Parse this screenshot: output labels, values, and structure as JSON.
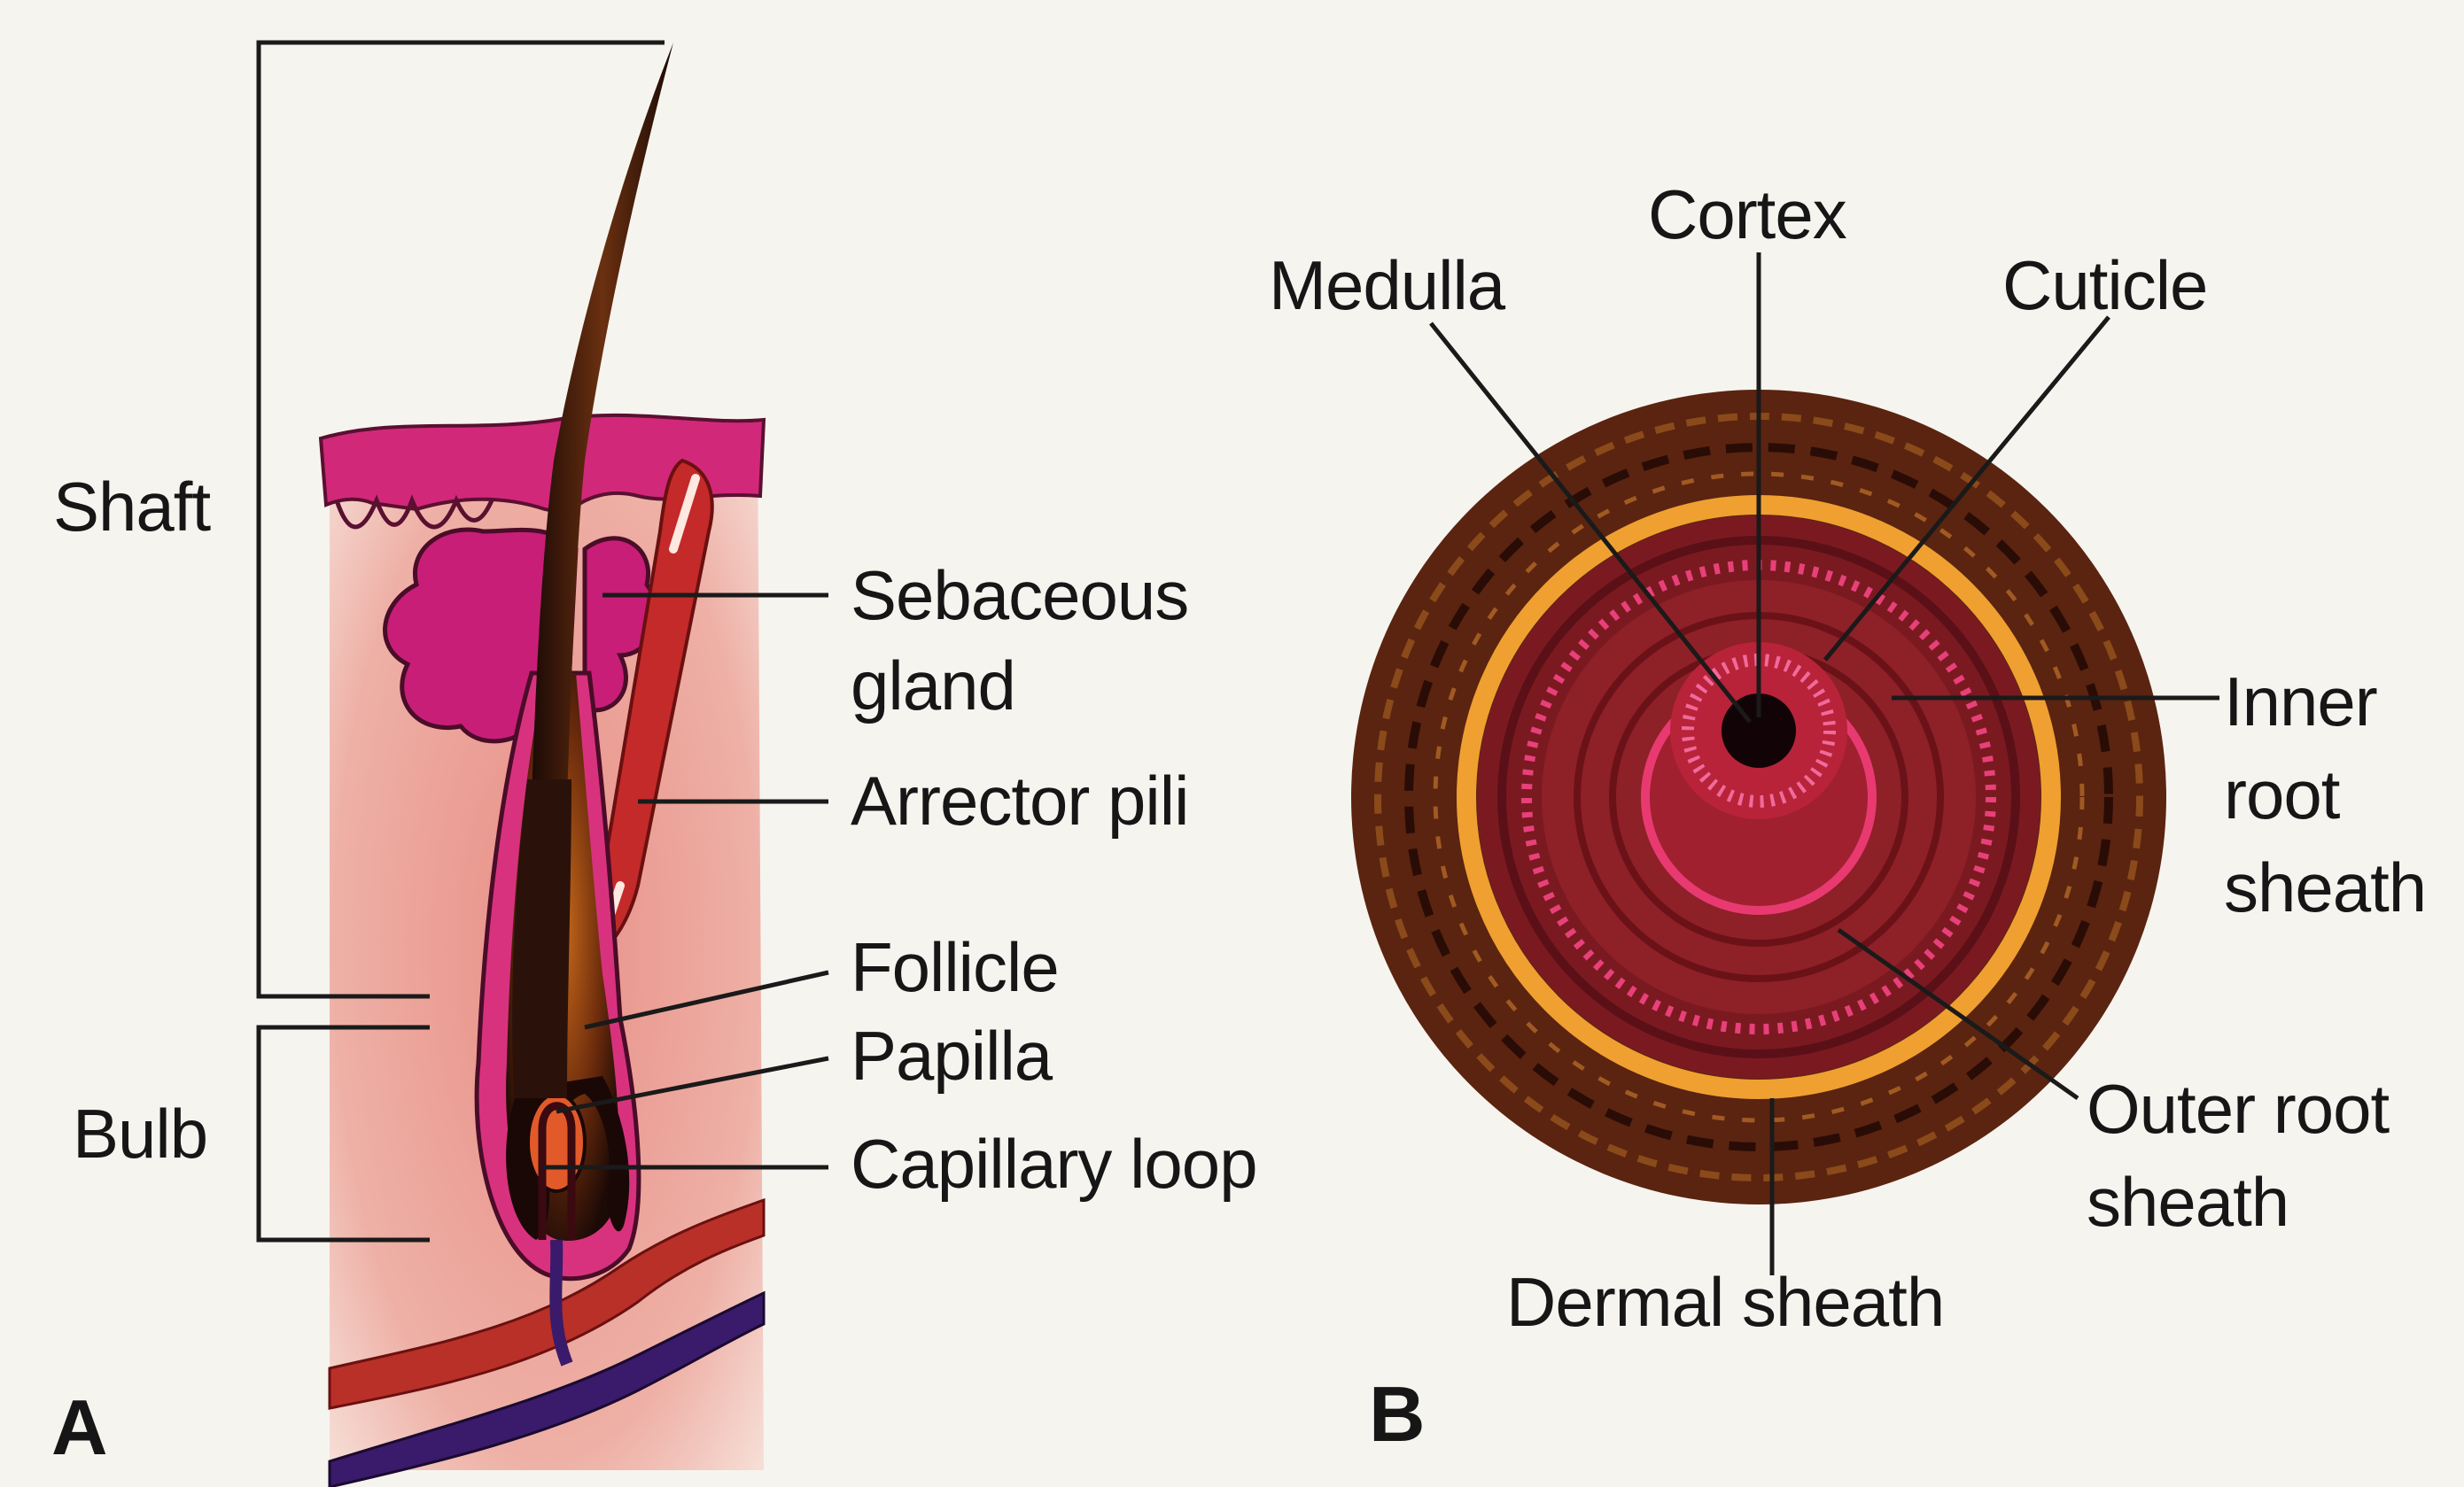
{
  "panel_a": {
    "letter": "A",
    "labels": {
      "shaft": "Shaft",
      "bulb": "Bulb",
      "sebaceous": "Sebaceous",
      "gland": "gland",
      "arrector": "Arrector pili",
      "follicle": "Follicle",
      "papilla": "Papilla",
      "capillary": "Capillary loop"
    }
  },
  "panel_b": {
    "letter": "B",
    "labels": {
      "cortex": "Cortex",
      "medulla": "Medulla",
      "cuticle": "Cuticle",
      "inner_1": "Inner",
      "inner_2": "root",
      "inner_3": "sheath",
      "outer_1": "Outer root",
      "outer_2": "sheath",
      "dermal": "Dermal sheath"
    }
  },
  "colors": {
    "background": "#f6f4ef",
    "skin": "#ecaaa0",
    "dermis_pink": "#d5287a",
    "hair_dark": "#2a120a",
    "dermal_brown": "#5a2410",
    "orange_ring": "#f0a030",
    "root_red": "#8a1c22",
    "vein_purple": "#3a1a6a",
    "artery_red": "#b83028",
    "line": "#1a1a1a"
  }
}
